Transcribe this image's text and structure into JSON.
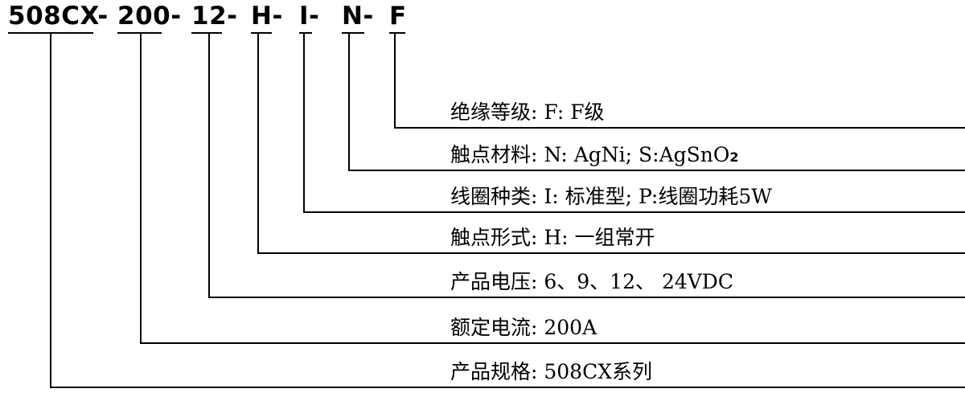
{
  "code": {
    "segments": [
      {
        "id": "series",
        "text": "508CX-"
      },
      {
        "id": "current",
        "text": "200-"
      },
      {
        "id": "voltage",
        "text": "12-"
      },
      {
        "id": "contact_form",
        "text": "H-"
      },
      {
        "id": "coil",
        "text": "I-"
      },
      {
        "id": "material",
        "text": "N-"
      },
      {
        "id": "insulation",
        "text": "F"
      }
    ]
  },
  "descriptions": {
    "insulation": "绝缘等级: F: F级",
    "material": "触点材料: N: AgNi;    S:AgSnO",
    "material_sub": "2",
    "coil": "线圈种类: I: 标准型;  P:线圈功耗5W",
    "contact_form": "触点形式: H: 一组常开",
    "voltage": "产品电压: 6、9、12、 24VDC",
    "current": "额定电流: 200A",
    "series": "产品规格: 508CX系列"
  }
}
